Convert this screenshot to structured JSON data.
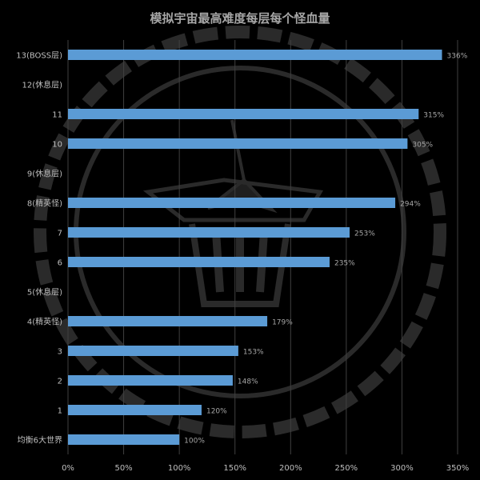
{
  "chart_data": {
    "type": "bar",
    "orientation": "horizontal",
    "title": "模拟宇宙最高难度每层每个怪血量",
    "xlabel": "",
    "ylabel": "",
    "xlim": [
      0,
      350
    ],
    "x_ticks": [
      "0%",
      "50%",
      "100%",
      "150%",
      "200%",
      "250%",
      "300%",
      "350%"
    ],
    "grid": "vertical",
    "legend": "none",
    "colors": {
      "bar": "#5b9bd5",
      "background": "#000000",
      "text": "#bfbfbf",
      "grid": "#404040"
    },
    "categories": [
      "13(BOSS层)",
      "12(休息层)",
      "11",
      "10",
      "9(休息层)",
      "8(精英怪)",
      "7",
      "6",
      "5(休息层)",
      "4(精英怪)",
      "3",
      "2",
      "1",
      "均衡6大世界"
    ],
    "values": [
      336,
      null,
      315,
      305,
      null,
      294,
      253,
      235,
      null,
      179,
      153,
      148,
      120,
      100
    ],
    "data_labels": [
      "336%",
      "",
      "315%",
      "305%",
      "",
      "294%",
      "253%",
      "235%",
      "",
      "179%",
      "153%",
      "148%",
      "120%",
      "100%"
    ]
  }
}
